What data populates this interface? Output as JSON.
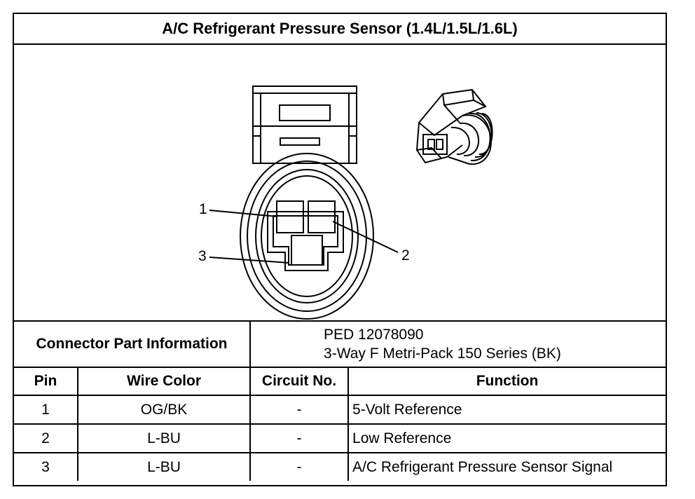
{
  "title": "A/C Refrigerant Pressure Sensor (1.4L/1.5L/1.6L)",
  "figure": {
    "pin_callouts": [
      "1",
      "2",
      "3"
    ]
  },
  "connector_info": {
    "label": "Connector Part Information",
    "part_number": "PED 12078090",
    "description": "3-Way F Metri-Pack 150 Series (BK)"
  },
  "table": {
    "headers": [
      "Pin",
      "Wire Color",
      "Circuit No.",
      "Function"
    ],
    "rows": [
      {
        "pin": "1",
        "wire_color": "OG/BK",
        "circuit": "-",
        "function": "5-Volt Reference"
      },
      {
        "pin": "2",
        "wire_color": "L-BU",
        "circuit": "-",
        "function": "Low Reference"
      },
      {
        "pin": "3",
        "wire_color": "L-BU",
        "circuit": "-",
        "function": "A/C Refrigerant Pressure Sensor Signal"
      }
    ]
  }
}
